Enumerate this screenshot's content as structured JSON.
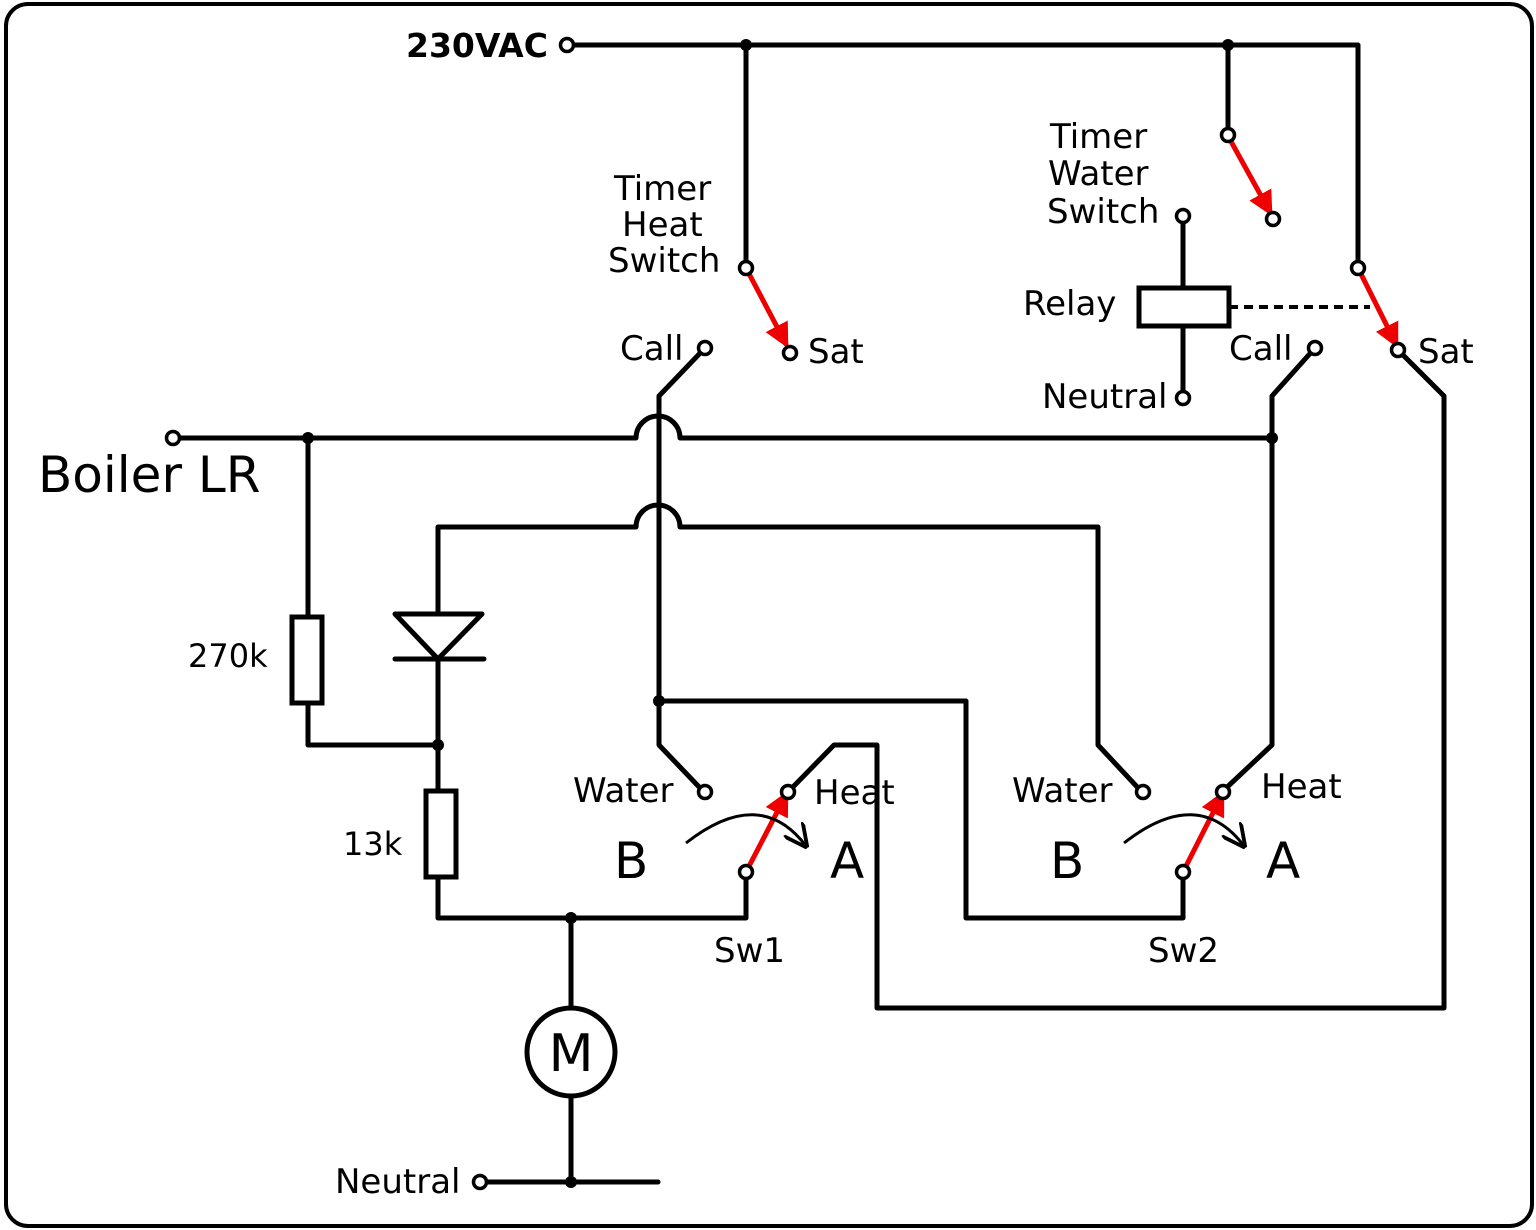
{
  "labels": {
    "supply": "230VAC",
    "timer_heat": [
      "Timer",
      "Heat",
      "Switch"
    ],
    "timer_water": [
      "Timer",
      "Water",
      "Switch"
    ],
    "relay": "Relay",
    "relay_neutral": "Neutral",
    "call_left": "Call",
    "sat_left": "Sat",
    "call_right": "Call",
    "sat_right": "Sat",
    "boiler": "Boiler LR",
    "r1": "270k",
    "r2": "13k",
    "water_left": "Water",
    "heat_left": "Heat",
    "water_right": "Water",
    "heat_right": "Heat",
    "b_left": "B",
    "a_left": "A",
    "b_right": "B",
    "a_right": "A",
    "sw1": "Sw1",
    "sw2": "Sw2",
    "motor": "M",
    "neutral_bottom": "Neutral"
  },
  "colors": {
    "wire": "#000000",
    "switch_contact": "#ee0000",
    "background": "#ffffff"
  }
}
